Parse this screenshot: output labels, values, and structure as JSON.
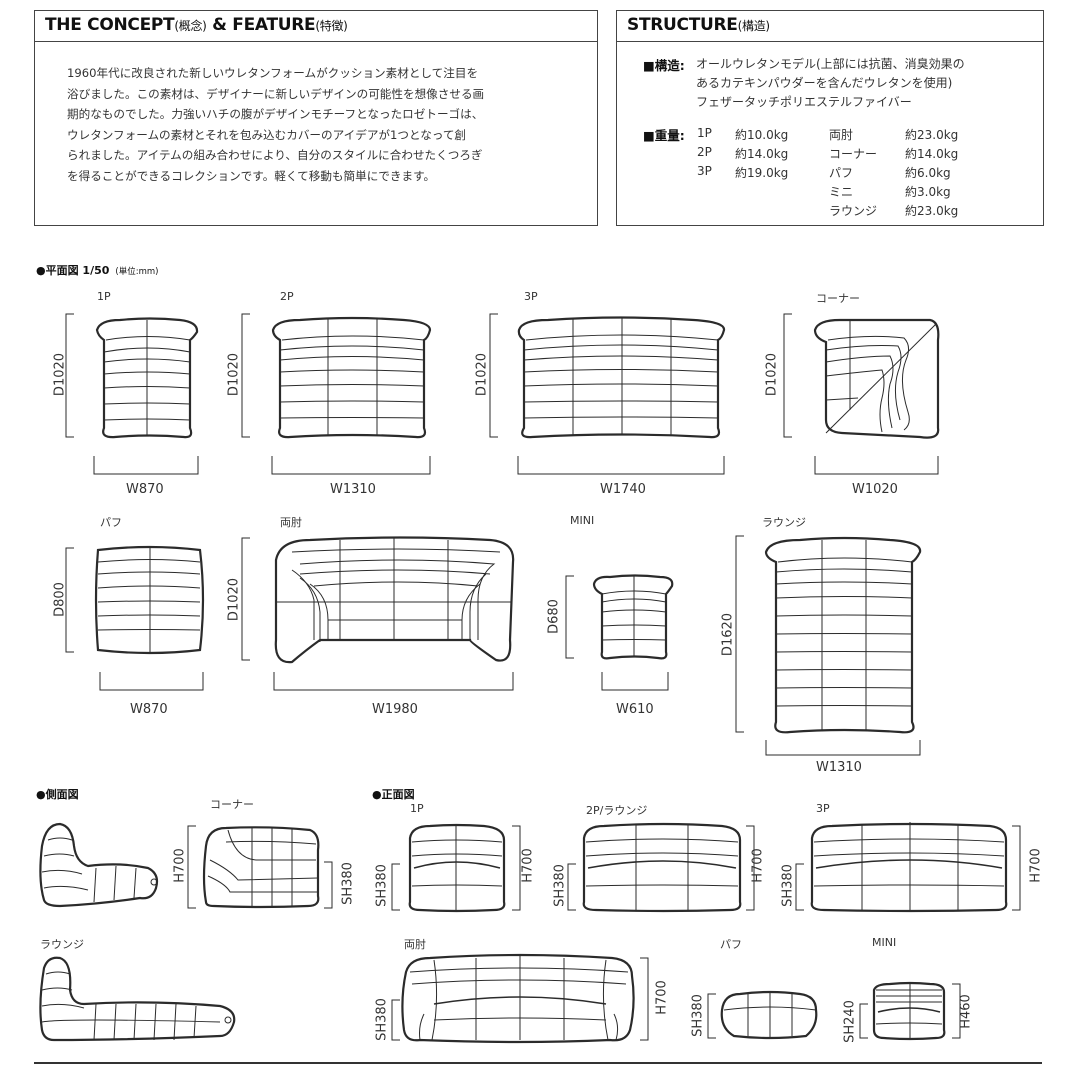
{
  "concept": {
    "title_main": "THE CONCEPT",
    "title_sub1": "(概念)",
    "title_amp": " & FEATURE",
    "title_sub2": "(特徴)",
    "lines": [
      "1960年代に改良された新しいウレタンフォームがクッション素材として注目を",
      "浴びました。この素材は、デザイナーに新しいデザインの可能性を想像させる画",
      "期的なものでした。力強いハチの腹がデザインモチーフとなったロゼトーゴは、",
      "ウレタンフォームの素材とそれを包み込むカバーのアイデアが1つとなって創",
      "られました。アイテムの組み合わせにより、自分のスタイルに合わせたくつろぎ",
      "を得ることができるコレクションです。軽くて移動も簡単にできます。"
    ]
  },
  "structure": {
    "title_main": "STRUCTURE",
    "title_sub": "(構造)",
    "construction_label": "■構造:",
    "construction_lines": [
      "オールウレタンモデル(上部には抗菌、消臭効果の",
      "あるカテキンパウダーを含んだウレタンを使用)",
      "フェザータッチポリエステルファイバー"
    ],
    "weight_label": "■重量:",
    "weights_left": [
      {
        "name": "1P",
        "value": "約10.0kg"
      },
      {
        "name": "2P",
        "value": "約14.0kg"
      },
      {
        "name": "3P",
        "value": "約19.0kg"
      }
    ],
    "weights_right": [
      {
        "name": "両肘",
        "value": "約23.0kg"
      },
      {
        "name": "コーナー",
        "value": "約14.0kg"
      },
      {
        "name": "パフ",
        "value": "約6.0kg"
      },
      {
        "name": "ミニ",
        "value": "約3.0kg"
      },
      {
        "name": "ラウンジ",
        "value": "約23.0kg"
      }
    ]
  },
  "plan": {
    "section_label": "●平面図 1/50",
    "unit": "(単位:mm)",
    "items": {
      "p1": {
        "label": "1P",
        "w": "W870",
        "d": "D1020"
      },
      "p2": {
        "label": "2P",
        "w": "W1310",
        "d": "D1020"
      },
      "p3": {
        "label": "3P",
        "w": "W1740",
        "d": "D1020"
      },
      "corner": {
        "label": "コーナー",
        "w": "W1020",
        "d": "D1020"
      },
      "puff": {
        "label": "パフ",
        "w": "W870",
        "d": "D800"
      },
      "arms": {
        "label": "両肘",
        "w": "W1980",
        "d": "D1020"
      },
      "mini": {
        "label": "MINI",
        "w": "W610",
        "d": "D680"
      },
      "lounge": {
        "label": "ラウンジ",
        "w": "W1310",
        "d": "D1620"
      }
    }
  },
  "side": {
    "section_label": "●側面図",
    "corner_label": "コーナー",
    "lounge_label": "ラウンジ",
    "h700": "H700",
    "sh380": "SH380"
  },
  "front": {
    "section_label": "●正面図",
    "p1_label": "1P",
    "p2_label": "2P/ラウンジ",
    "p3_label": "3P",
    "arms_label": "両肘",
    "puff_label": "パフ",
    "mini_label": "MINI",
    "h700": "H700",
    "sh380": "SH380",
    "h460": "H460",
    "sh240": "SH240"
  }
}
